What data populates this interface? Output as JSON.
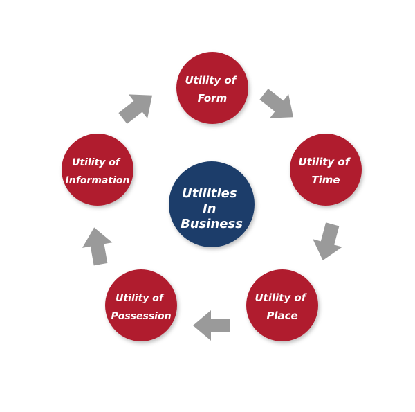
{
  "diagram": {
    "colors": {
      "outer_node": "#b01e2f",
      "center_node": "#1d3e6b",
      "arrow": "#9a9a9a",
      "text": "#ffffff"
    },
    "center": {
      "lines": [
        "Utilities",
        "In",
        "Business"
      ]
    },
    "nodes": [
      {
        "lines": [
          "Utility of",
          "Form"
        ]
      },
      {
        "lines": [
          "Utility of",
          "Time"
        ]
      },
      {
        "lines": [
          "Utility of",
          "Place"
        ]
      },
      {
        "lines": [
          "Utility of",
          "Possession"
        ]
      },
      {
        "lines": [
          "Utility of",
          "Information"
        ]
      }
    ],
    "arrow_icon": "arrow-icon"
  }
}
